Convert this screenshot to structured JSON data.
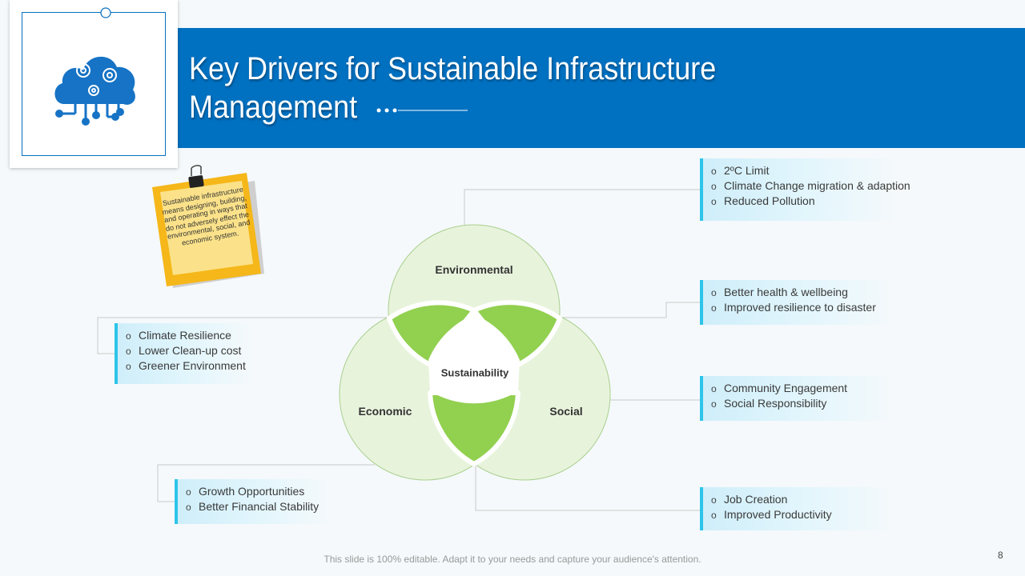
{
  "slide": {
    "title_line1": "Key Drivers for Sustainable Infrastructure",
    "title_line2": "Management",
    "page_number": "8",
    "footer_note": "This slide is 100% editable. Adapt it to your needs and capture your audience's attention.",
    "logo_icon": "cloud-gears-circuit-icon"
  },
  "sticky_note": {
    "text": "Sustainable infrastructure means designing, building, and operating in ways that do not adversely effect the environmental, social, and economic system."
  },
  "venn": {
    "center_label": "Sustainability",
    "circles": {
      "environmental": "Environmental",
      "economic": "Economic",
      "social": "Social"
    }
  },
  "callouts": {
    "environmental": {
      "items": [
        "2ºC Limit",
        "Climate Change migration & adaption",
        "Reduced Pollution"
      ]
    },
    "env_social": {
      "items": [
        "Better health & wellbeing",
        "Improved resilience to disaster"
      ]
    },
    "env_economic": {
      "items": [
        "Climate Resilience",
        "Lower Clean-up cost",
        "Greener Environment"
      ]
    },
    "social": {
      "items": [
        "Community Engagement",
        "Social Responsibility"
      ]
    },
    "economic": {
      "items": [
        "Growth Opportunities",
        "Better Financial Stability"
      ]
    },
    "econ_social": {
      "items": [
        "Job Creation",
        "Improved Productivity"
      ]
    }
  },
  "colors": {
    "header_blue": "#0070c0",
    "callout_accent": "#2ec4ea",
    "overlap_green": "#92d050",
    "circle_fill": "#e8f3dc",
    "sticky_yellow": "#f5b719"
  }
}
